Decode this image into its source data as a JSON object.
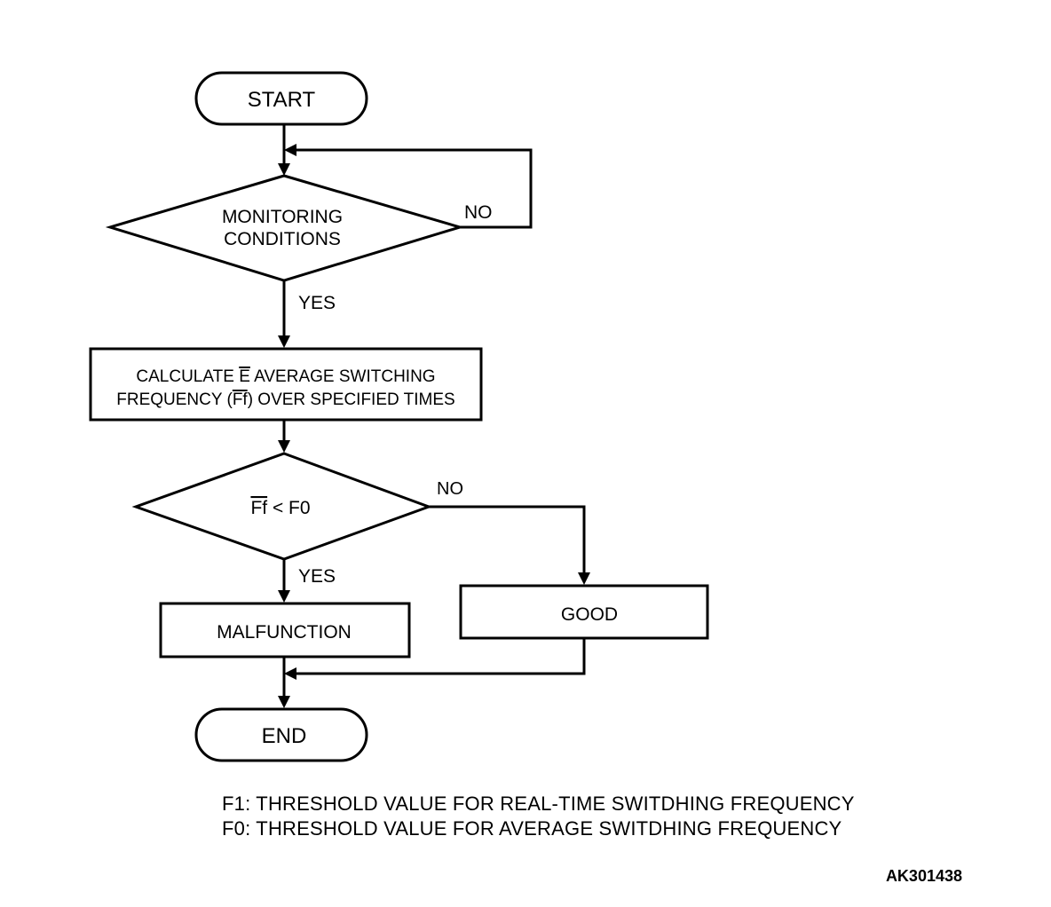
{
  "flowchart": {
    "start": "START",
    "monitoring": {
      "line1": "MONITORING",
      "line2": "CONDITIONS"
    },
    "monitoring_no": "NO",
    "monitoring_yes": "YES",
    "calculate": {
      "line1_pre": "CALCULATE ",
      "line1_over": "E",
      "line1_post": " AVERAGE SWITCHING",
      "line2_pre": "FREQUENCY (",
      "line2_over": "Ff",
      "line2_post": ") OVER SPECIFIED TIMES"
    },
    "compare": {
      "overlined": "Ff",
      "rest": " < F0"
    },
    "compare_no": "NO",
    "compare_yes": "YES",
    "malfunction": "MALFUNCTION",
    "good": "GOOD",
    "end": "END"
  },
  "legend": {
    "f1": "F1: THRESHOLD VALUE FOR REAL-TIME SWITDHING FREQUENCY",
    "f0": "F0: THRESHOLD VALUE FOR AVERAGE SWITDHING FREQUENCY"
  },
  "figure_id": "AK301438"
}
